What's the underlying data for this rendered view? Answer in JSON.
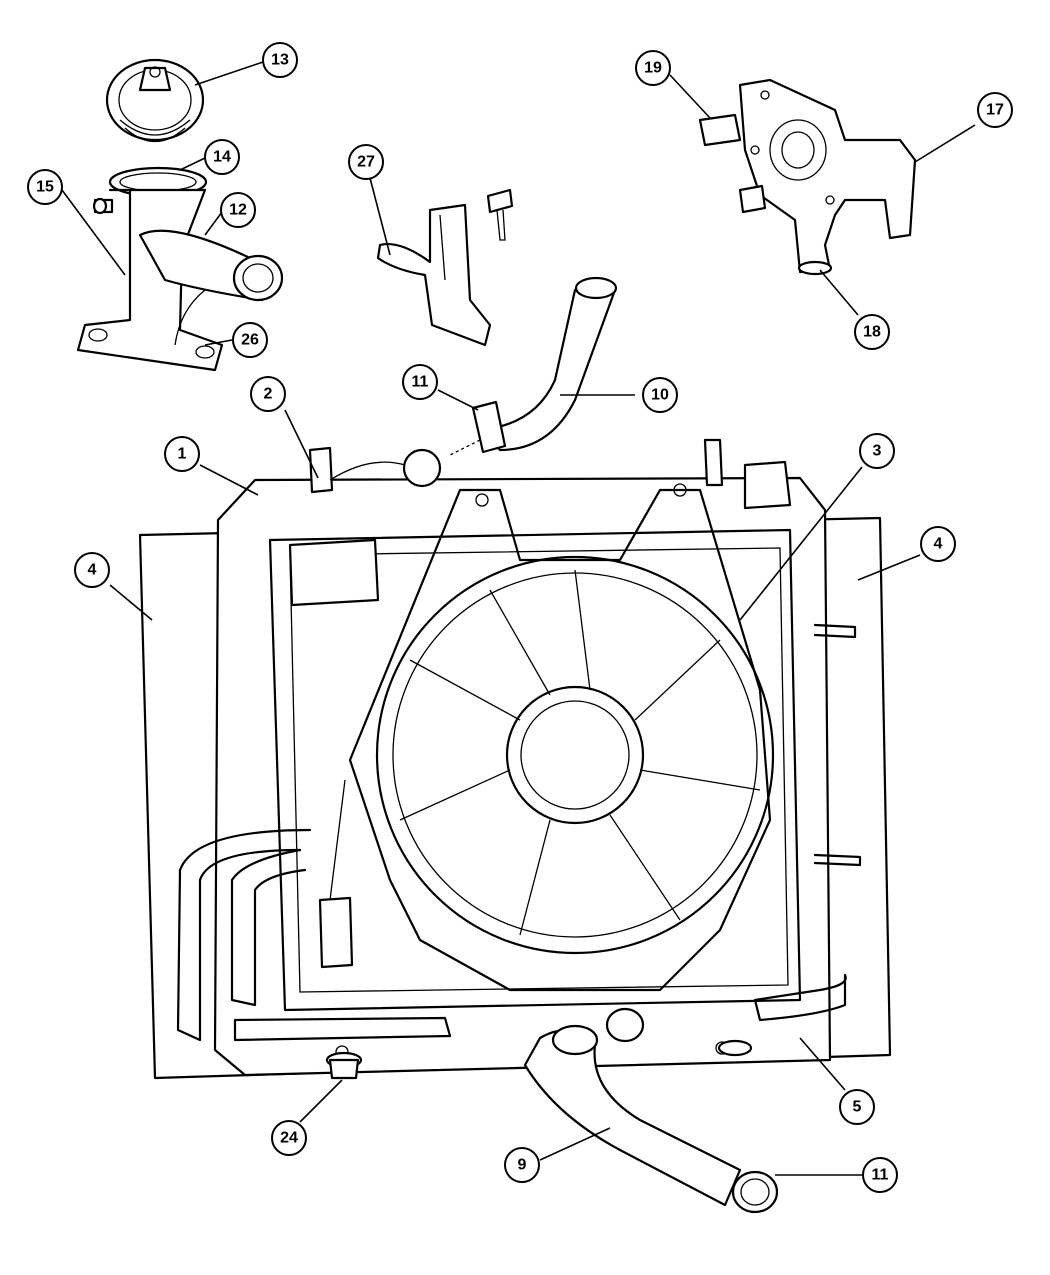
{
  "callouts": [
    {
      "id": "c13",
      "label": "13"
    },
    {
      "id": "c14",
      "label": "14"
    },
    {
      "id": "c15",
      "label": "15"
    },
    {
      "id": "c12",
      "label": "12"
    },
    {
      "id": "c26",
      "label": "26"
    },
    {
      "id": "c27",
      "label": "27"
    },
    {
      "id": "c19",
      "label": "19"
    },
    {
      "id": "c17",
      "label": "17"
    },
    {
      "id": "c18",
      "label": "18"
    },
    {
      "id": "c11a",
      "label": "11"
    },
    {
      "id": "c10",
      "label": "10"
    },
    {
      "id": "c2",
      "label": "2"
    },
    {
      "id": "c1",
      "label": "1"
    },
    {
      "id": "c3",
      "label": "3"
    },
    {
      "id": "c4a",
      "label": "4"
    },
    {
      "id": "c4b",
      "label": "4"
    },
    {
      "id": "c24",
      "label": "24"
    },
    {
      "id": "c5",
      "label": "5"
    },
    {
      "id": "c9",
      "label": "9"
    },
    {
      "id": "c11b",
      "label": "11"
    }
  ]
}
